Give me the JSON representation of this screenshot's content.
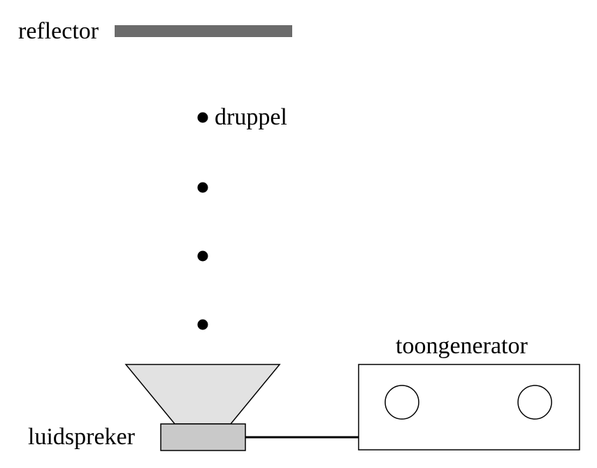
{
  "labels": {
    "reflector": "reflector",
    "droplet": "druppel",
    "tone_generator": "toongenerator",
    "speaker": "luidspreker"
  },
  "colors": {
    "reflector": "#6b6b6b",
    "speaker_cone": "#e2e2e2",
    "speaker_base": "#c9c9c9",
    "outline": "#000000"
  },
  "droplet_count": 4
}
